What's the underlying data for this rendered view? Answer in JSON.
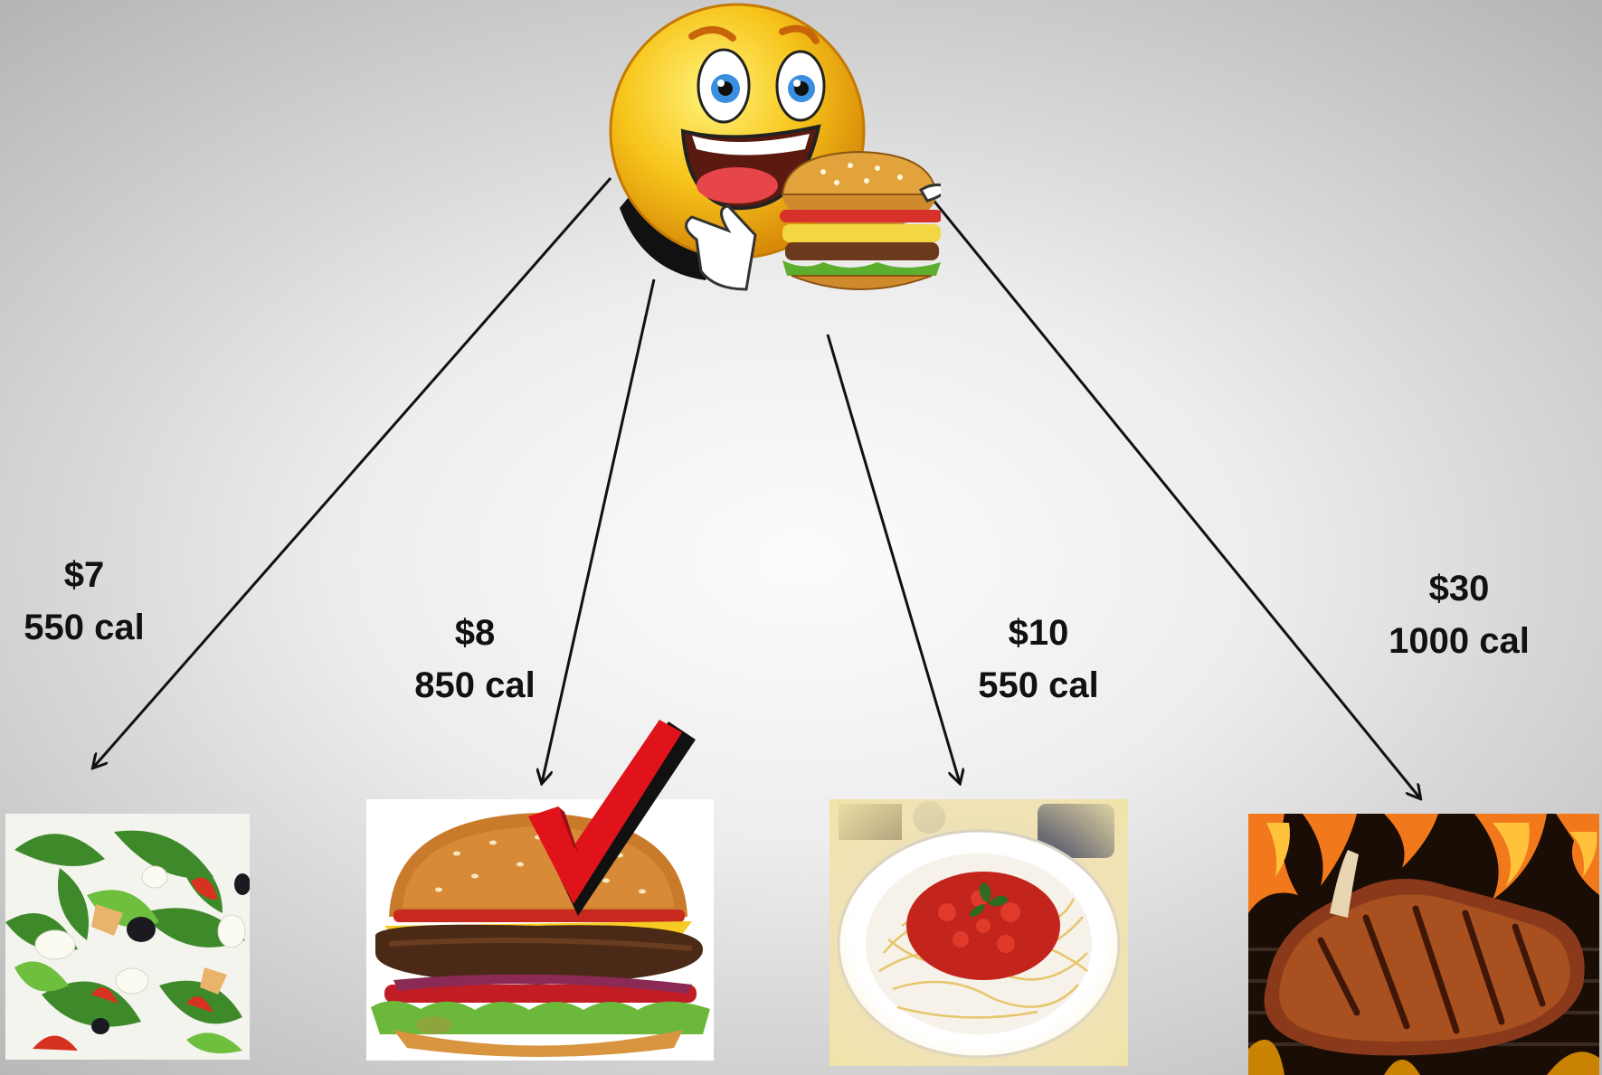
{
  "options": [
    {
      "id": "salad",
      "price": "$7",
      "calories": "550 cal",
      "icon": "salad-photo"
    },
    {
      "id": "burger",
      "price": "$8",
      "calories": "850 cal",
      "icon": "burger-photo",
      "selected": true
    },
    {
      "id": "spaghetti",
      "price": "$10",
      "calories": "550 cal",
      "icon": "spaghetti-photo"
    },
    {
      "id": "steak",
      "price": "$30",
      "calories": "1000 cal",
      "icon": "steak-photo"
    }
  ],
  "chooser": {
    "icon": "smiley-holding-burger-icon"
  },
  "marker": {
    "icon": "red-checkmark-icon",
    "color": "#e0131b"
  },
  "colors": {
    "arrow": "#111111",
    "text": "#111111",
    "smiley": "#f7c51b"
  }
}
